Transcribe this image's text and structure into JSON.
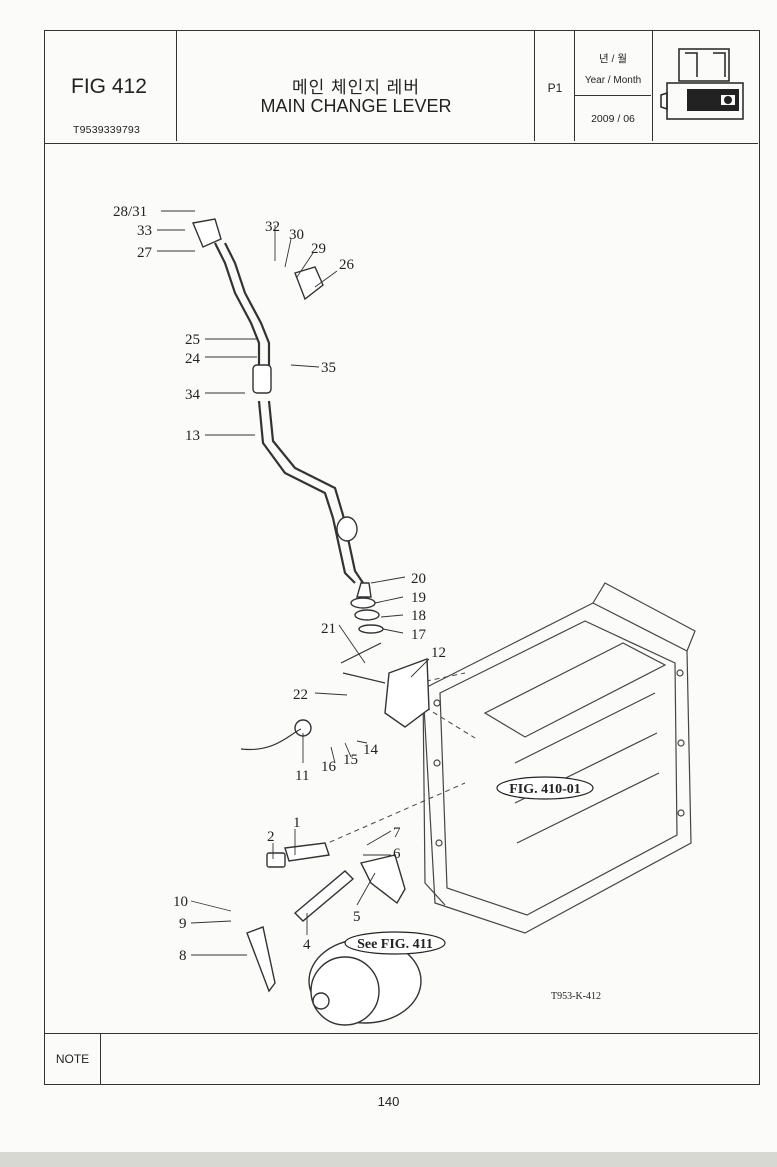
{
  "header": {
    "fig_label": "FIG 412",
    "fig_code": "T9539339793",
    "title_kr": "메인 체인지 레버",
    "title_en": "MAIN CHANGE LEVER",
    "page_label": "P1",
    "date_heading_kr": "년 / 월",
    "date_heading_en": "Year / Month",
    "date_value": "2009 / 06"
  },
  "diagram": {
    "callouts": [
      "28/31",
      "33",
      "27",
      "32",
      "30",
      "29",
      "26",
      "25",
      "24",
      "35",
      "34",
      "13",
      "20",
      "19",
      "18",
      "17",
      "21",
      "12",
      "22",
      "14",
      "15",
      "16",
      "11",
      "1",
      "2",
      "7",
      "6",
      "10",
      "9",
      "5",
      "4",
      "8"
    ],
    "references": {
      "fig_410": "FIG. 410-01",
      "fig_411": "See FIG. 411"
    },
    "drawing_code": "T953-K-412"
  },
  "footer": {
    "note_label": "NOTE",
    "page_number": "140"
  }
}
